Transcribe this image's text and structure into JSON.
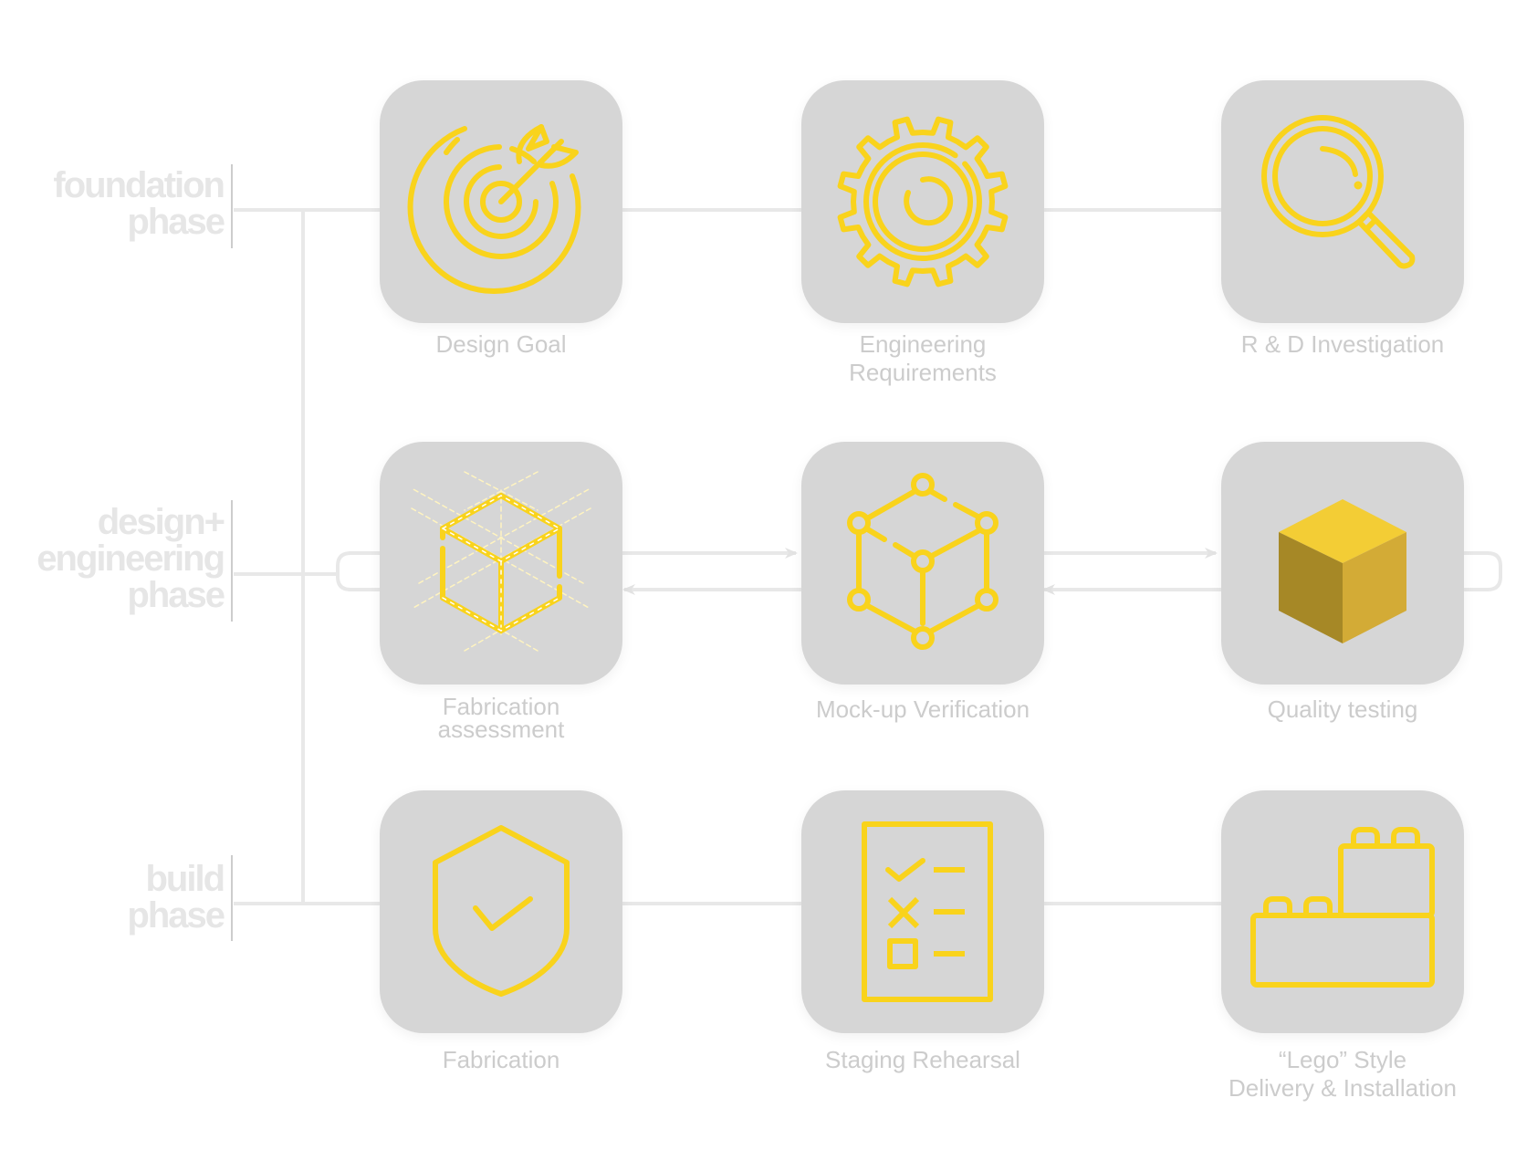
{
  "diagram": {
    "accent_color": "#F9D31C",
    "card_color": "#D6D6D6",
    "label_color": "#CCCCCC",
    "phase_label_color": "#E6E6E6",
    "connector_color": "#E8E8E8"
  },
  "phases": [
    {
      "id": "foundation",
      "lines": [
        "foundation",
        "phase"
      ]
    },
    {
      "id": "design-engineering",
      "lines": [
        "design+",
        "engineering",
        "phase"
      ]
    },
    {
      "id": "build",
      "lines": [
        "build",
        "phase"
      ]
    }
  ],
  "steps": [
    {
      "phase": "foundation",
      "icon": "target-arrow-icon",
      "label_lines": [
        "Design Goal"
      ]
    },
    {
      "phase": "foundation",
      "icon": "gear-icon",
      "label_lines": [
        "Engineering",
        "Requirements"
      ]
    },
    {
      "phase": "foundation",
      "icon": "magnifying-glass-icon",
      "label_lines": [
        "R & D Investigation"
      ]
    },
    {
      "phase": "design-engineering",
      "icon": "wireframe-cube-icon",
      "label_lines": [
        "Fabrication",
        "assessment"
      ]
    },
    {
      "phase": "design-engineering",
      "icon": "node-cube-icon",
      "label_lines": [
        "Mock-up Verification"
      ]
    },
    {
      "phase": "design-engineering",
      "icon": "solid-cube-icon",
      "label_lines": [
        "Quality testing"
      ]
    },
    {
      "phase": "build",
      "icon": "shield-check-icon",
      "label_lines": [
        "Fabrication"
      ]
    },
    {
      "phase": "build",
      "icon": "checklist-icon",
      "label_lines": [
        "Staging Rehearsal"
      ]
    },
    {
      "phase": "build",
      "icon": "lego-bricks-icon",
      "label_lines": [
        "“Lego” Style",
        "Delivery & Installation"
      ]
    }
  ],
  "flows": [
    {
      "from": "Design Goal",
      "to": "Engineering Requirements",
      "type": "line"
    },
    {
      "from": "Engineering Requirements",
      "to": "R & D Investigation",
      "type": "line"
    },
    {
      "from": "Fabrication assessment",
      "to": "Mock-up Verification",
      "type": "arrow"
    },
    {
      "from": "Mock-up Verification",
      "to": "Fabrication assessment",
      "type": "arrow"
    },
    {
      "from": "Mock-up Verification",
      "to": "Quality testing",
      "type": "arrow"
    },
    {
      "from": "Quality testing",
      "to": "Mock-up Verification",
      "type": "arrow"
    },
    {
      "from": "Quality testing",
      "to": "Fabrication assessment",
      "type": "loop"
    },
    {
      "from": "Fabrication",
      "to": "Staging Rehearsal",
      "type": "line"
    },
    {
      "from": "Staging Rehearsal",
      "to": "“Lego” Style Delivery & Installation",
      "type": "line"
    }
  ]
}
